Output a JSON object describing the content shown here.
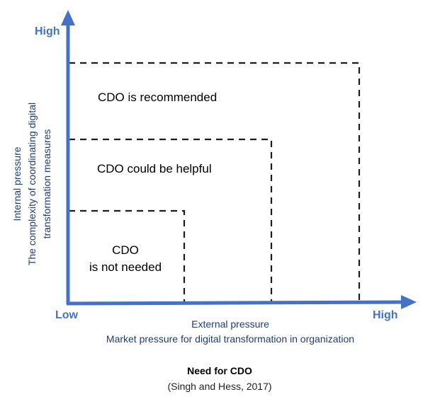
{
  "axes": {
    "y_high": "High",
    "x_low": "Low",
    "x_high": "High",
    "x_title_line1": "External pressure",
    "x_title_line2": "Market pressure for digital transformation in organization",
    "y_title_line1": "Internal pressure",
    "y_title_line2": "The complexity of coordinating digital",
    "y_title_line3": "transformation measures"
  },
  "zones": {
    "recommended": "CDO is recommended",
    "helpful": "CDO  could be helpful",
    "not_needed_line1": "CDO",
    "not_needed_line2": "is not needed"
  },
  "caption": {
    "title": "Need for CDO",
    "source": "(Singh and Hess, 2017)"
  },
  "colors": {
    "axis": "#4472C4",
    "axis_text": "#1F3D7A",
    "dash": "#1A1A2E"
  }
}
